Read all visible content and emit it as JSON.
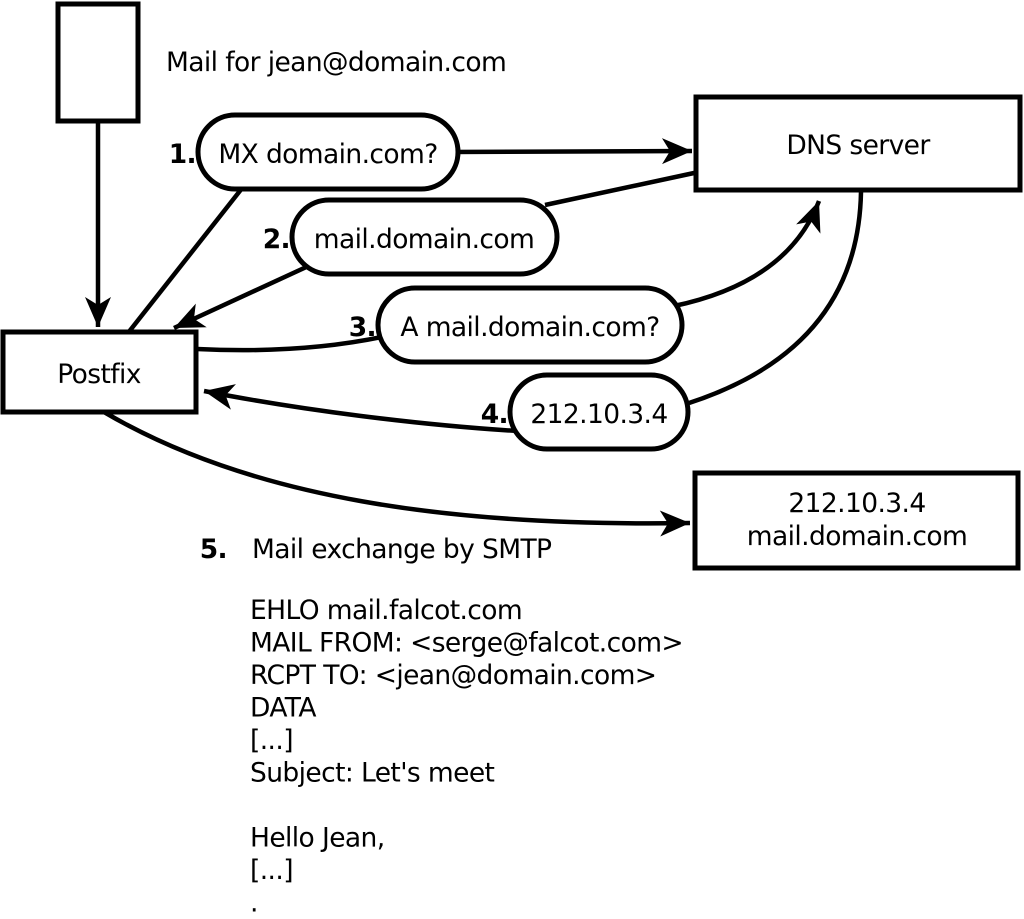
{
  "colors": {
    "ink": "#000000",
    "background": "#ffffff"
  },
  "title": "Mail for jean@domain.com",
  "nodes": {
    "postfix": {
      "label": "Postfix"
    },
    "dns_server": {
      "label": "DNS server"
    },
    "mail_server": {
      "line1": "212.10.3.4",
      "line2": "mail.domain.com"
    }
  },
  "steps": [
    {
      "num": "1.",
      "label": "MX domain.com?"
    },
    {
      "num": "2.",
      "label": "mail.domain.com"
    },
    {
      "num": "3.",
      "label": "A mail.domain.com?"
    },
    {
      "num": "4.",
      "label": "212.10.3.4"
    },
    {
      "num": "5.",
      "label": "Mail exchange by SMTP"
    }
  ],
  "smtp_session": {
    "lines": [
      "EHLO mail.falcot.com",
      "MAIL FROM: <serge@falcot.com>",
      "RCPT TO: <jean@domain.com>",
      "DATA",
      "[...]",
      "Subject: Let's meet",
      "",
      "Hello Jean,",
      "[...]",
      "."
    ]
  }
}
